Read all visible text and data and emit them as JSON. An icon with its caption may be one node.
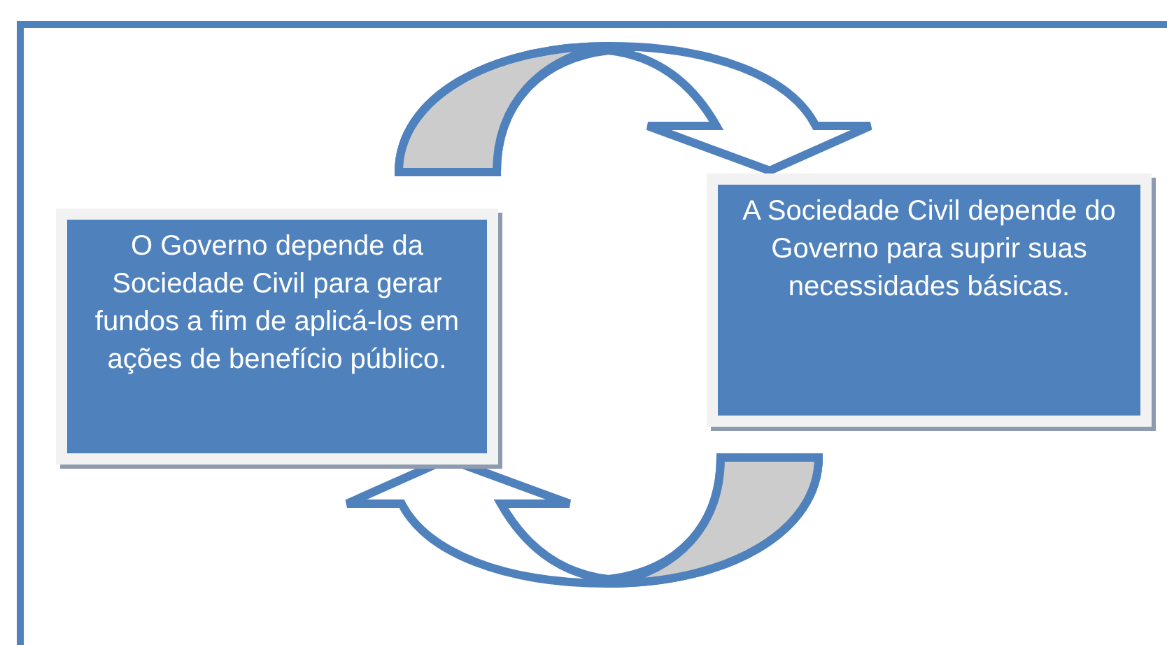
{
  "diagram": {
    "nodes": [
      {
        "text": [
          "O Governo depende da Sociedade Civil para gerar fundos a fim de aplicá-los em ações de benefício público."
        ]
      },
      {
        "text": [
          "A Sociedade Civil depende do Governo para suprir suas necessidades básicas."
        ]
      }
    ],
    "edges": [
      {
        "from": 0,
        "to": 1,
        "arrow": "to"
      },
      {
        "from": 1,
        "to": 0,
        "arrow": "to"
      }
    ]
  }
}
